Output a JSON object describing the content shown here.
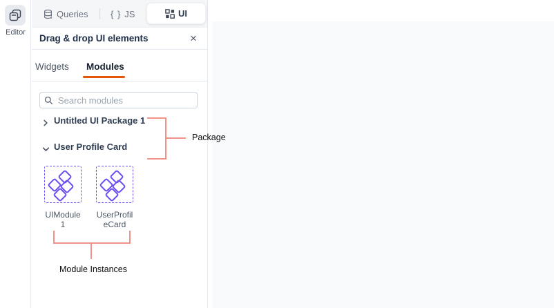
{
  "sidebar": {
    "editor_label": "Editor"
  },
  "topbar": {
    "queries_label": "Queries",
    "js_label": "JS",
    "ui_label": "UI"
  },
  "icons": {
    "editor": "stacked-pages",
    "queries": "database",
    "js_braces": "{ }",
    "ui": "grid",
    "close_glyph": "×",
    "search": "magnifier",
    "collapsed": "chevron-right",
    "expanded": "chevron-down",
    "module": "diamond-cluster"
  },
  "panel": {
    "title": "Drag & drop UI elements",
    "tabs": {
      "widgets": "Widgets",
      "modules": "Modules"
    },
    "search_placeholder": "Search modules",
    "tree": [
      {
        "label": "Untitled UI Package 1",
        "state": "collapsed"
      },
      {
        "label": "User Profile Card",
        "state": "expanded"
      }
    ],
    "module_cards": [
      {
        "name_lines": [
          "UIModule",
          "1"
        ]
      },
      {
        "name_lines": [
          "UserProfil",
          "eCard"
        ]
      }
    ]
  },
  "annotations": {
    "package_label": "Package",
    "module_instances_label": "Module Instances"
  },
  "colors": {
    "tab_accent_orange": "#e4570a",
    "module_purple": "#6c4cf1",
    "annotation_salmon": "#f09288",
    "canvas_bg": "#f8fafc",
    "topbar_bg": "#f5f6f8",
    "border_gray": "#e3e8ee"
  }
}
